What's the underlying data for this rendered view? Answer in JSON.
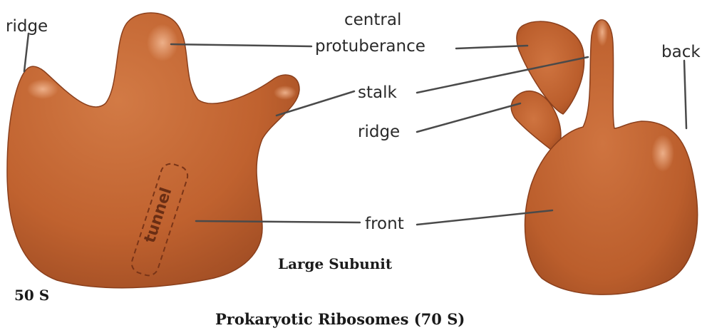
{
  "labels": {
    "ridge_left": "ridge",
    "central_line1": "central",
    "central_line2": "protuberance",
    "stalk": "stalk",
    "ridge_mid": "ridge",
    "front": "front",
    "back": "back",
    "tunnel": "tunnel"
  },
  "captions": {
    "subunit": "Large Subunit",
    "sedimentation": "50 S",
    "title": "Prokaryotic Ribosomes (70 S)"
  },
  "colors": {
    "body_fill": "#c0622f",
    "body_shade": "#9c4a22",
    "highlight": "#e9a07a",
    "leader": "#4a4a4a"
  }
}
